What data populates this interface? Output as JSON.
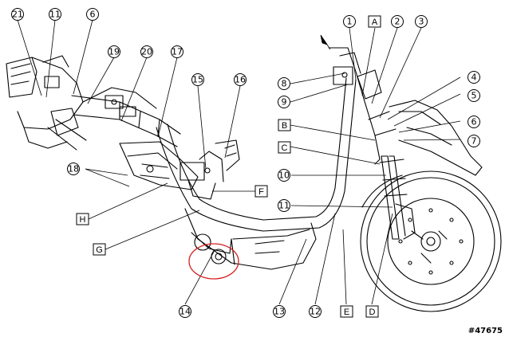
{
  "diagram": {
    "reference_number": "#47675",
    "callouts": {
      "c1": "1",
      "c2": "2",
      "c3": "3",
      "c4": "4",
      "c5": "5",
      "c6a": "6",
      "c6b": "6",
      "c7": "7",
      "c8": "8",
      "c9": "9",
      "c10": "10",
      "c11a": "11",
      "c11b": "11",
      "c12": "12",
      "c13": "13",
      "c14": "14",
      "c15": "15",
      "c16": "16",
      "c17": "17",
      "c18": "18",
      "c19": "19",
      "c20": "20",
      "c21": "21",
      "A": "A",
      "B": "B",
      "C": "C",
      "D": "D",
      "E": "E",
      "F": "F",
      "G": "G",
      "H": "H"
    },
    "highlight_color": "#d42020"
  }
}
